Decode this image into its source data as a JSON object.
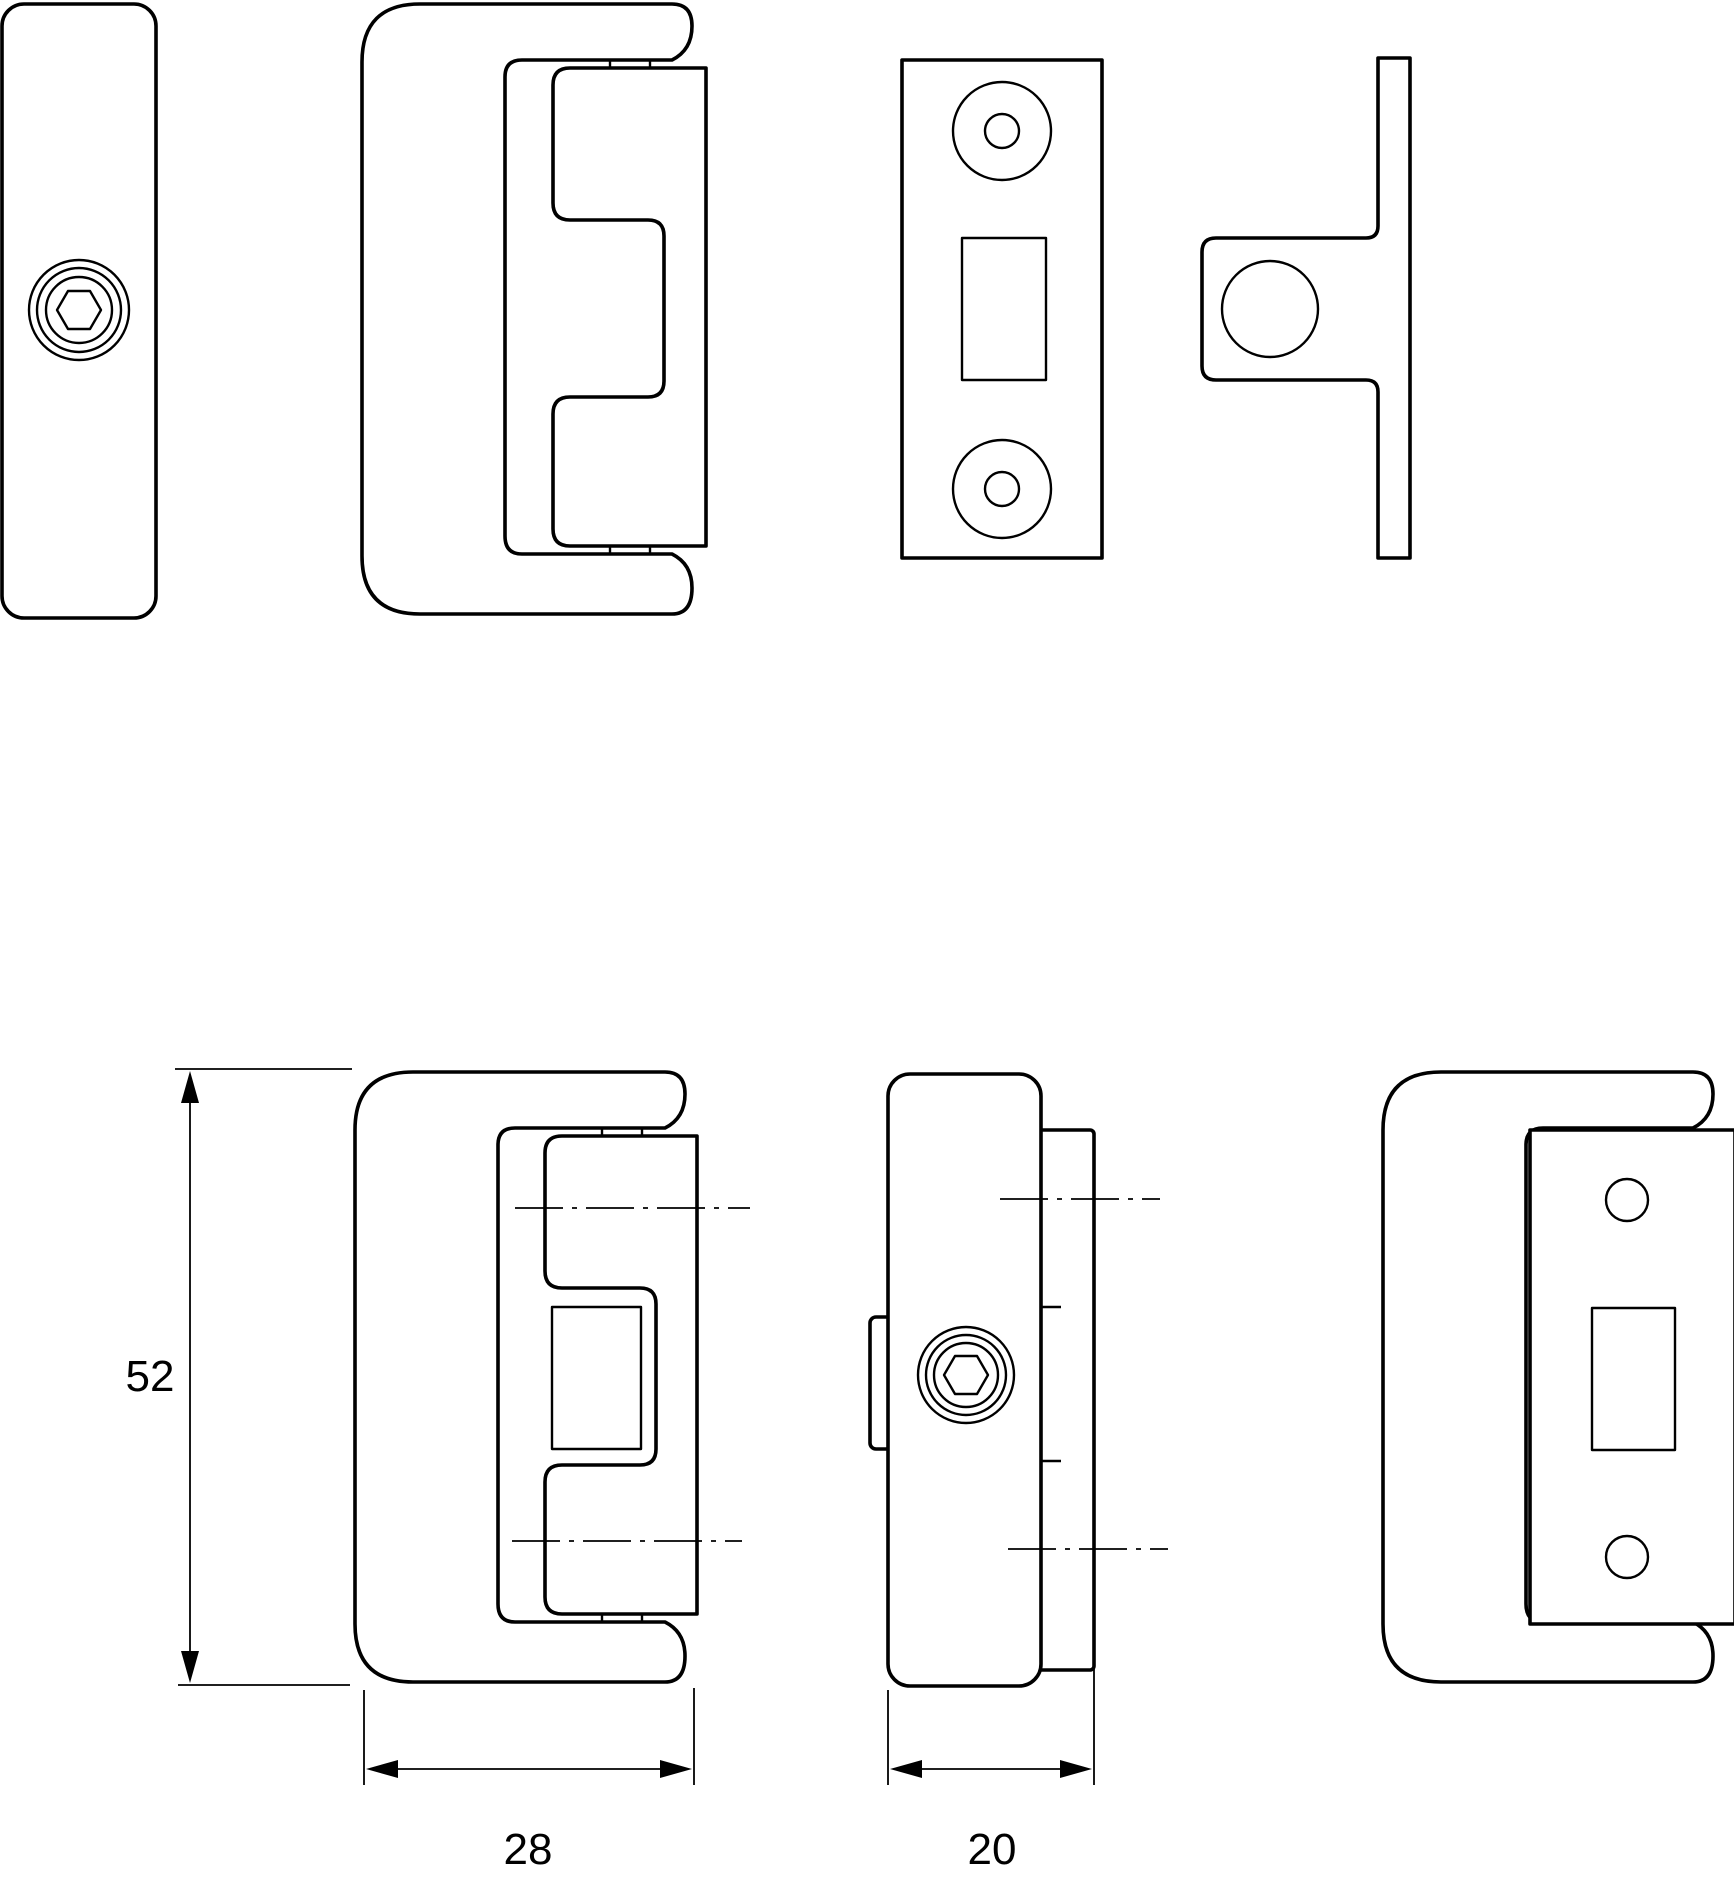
{
  "drawing": {
    "subject": "",
    "line_color": "#000000",
    "background": "#ffffff"
  },
  "dimensions": {
    "height": "52",
    "width_front": "28",
    "width_side": "20"
  }
}
